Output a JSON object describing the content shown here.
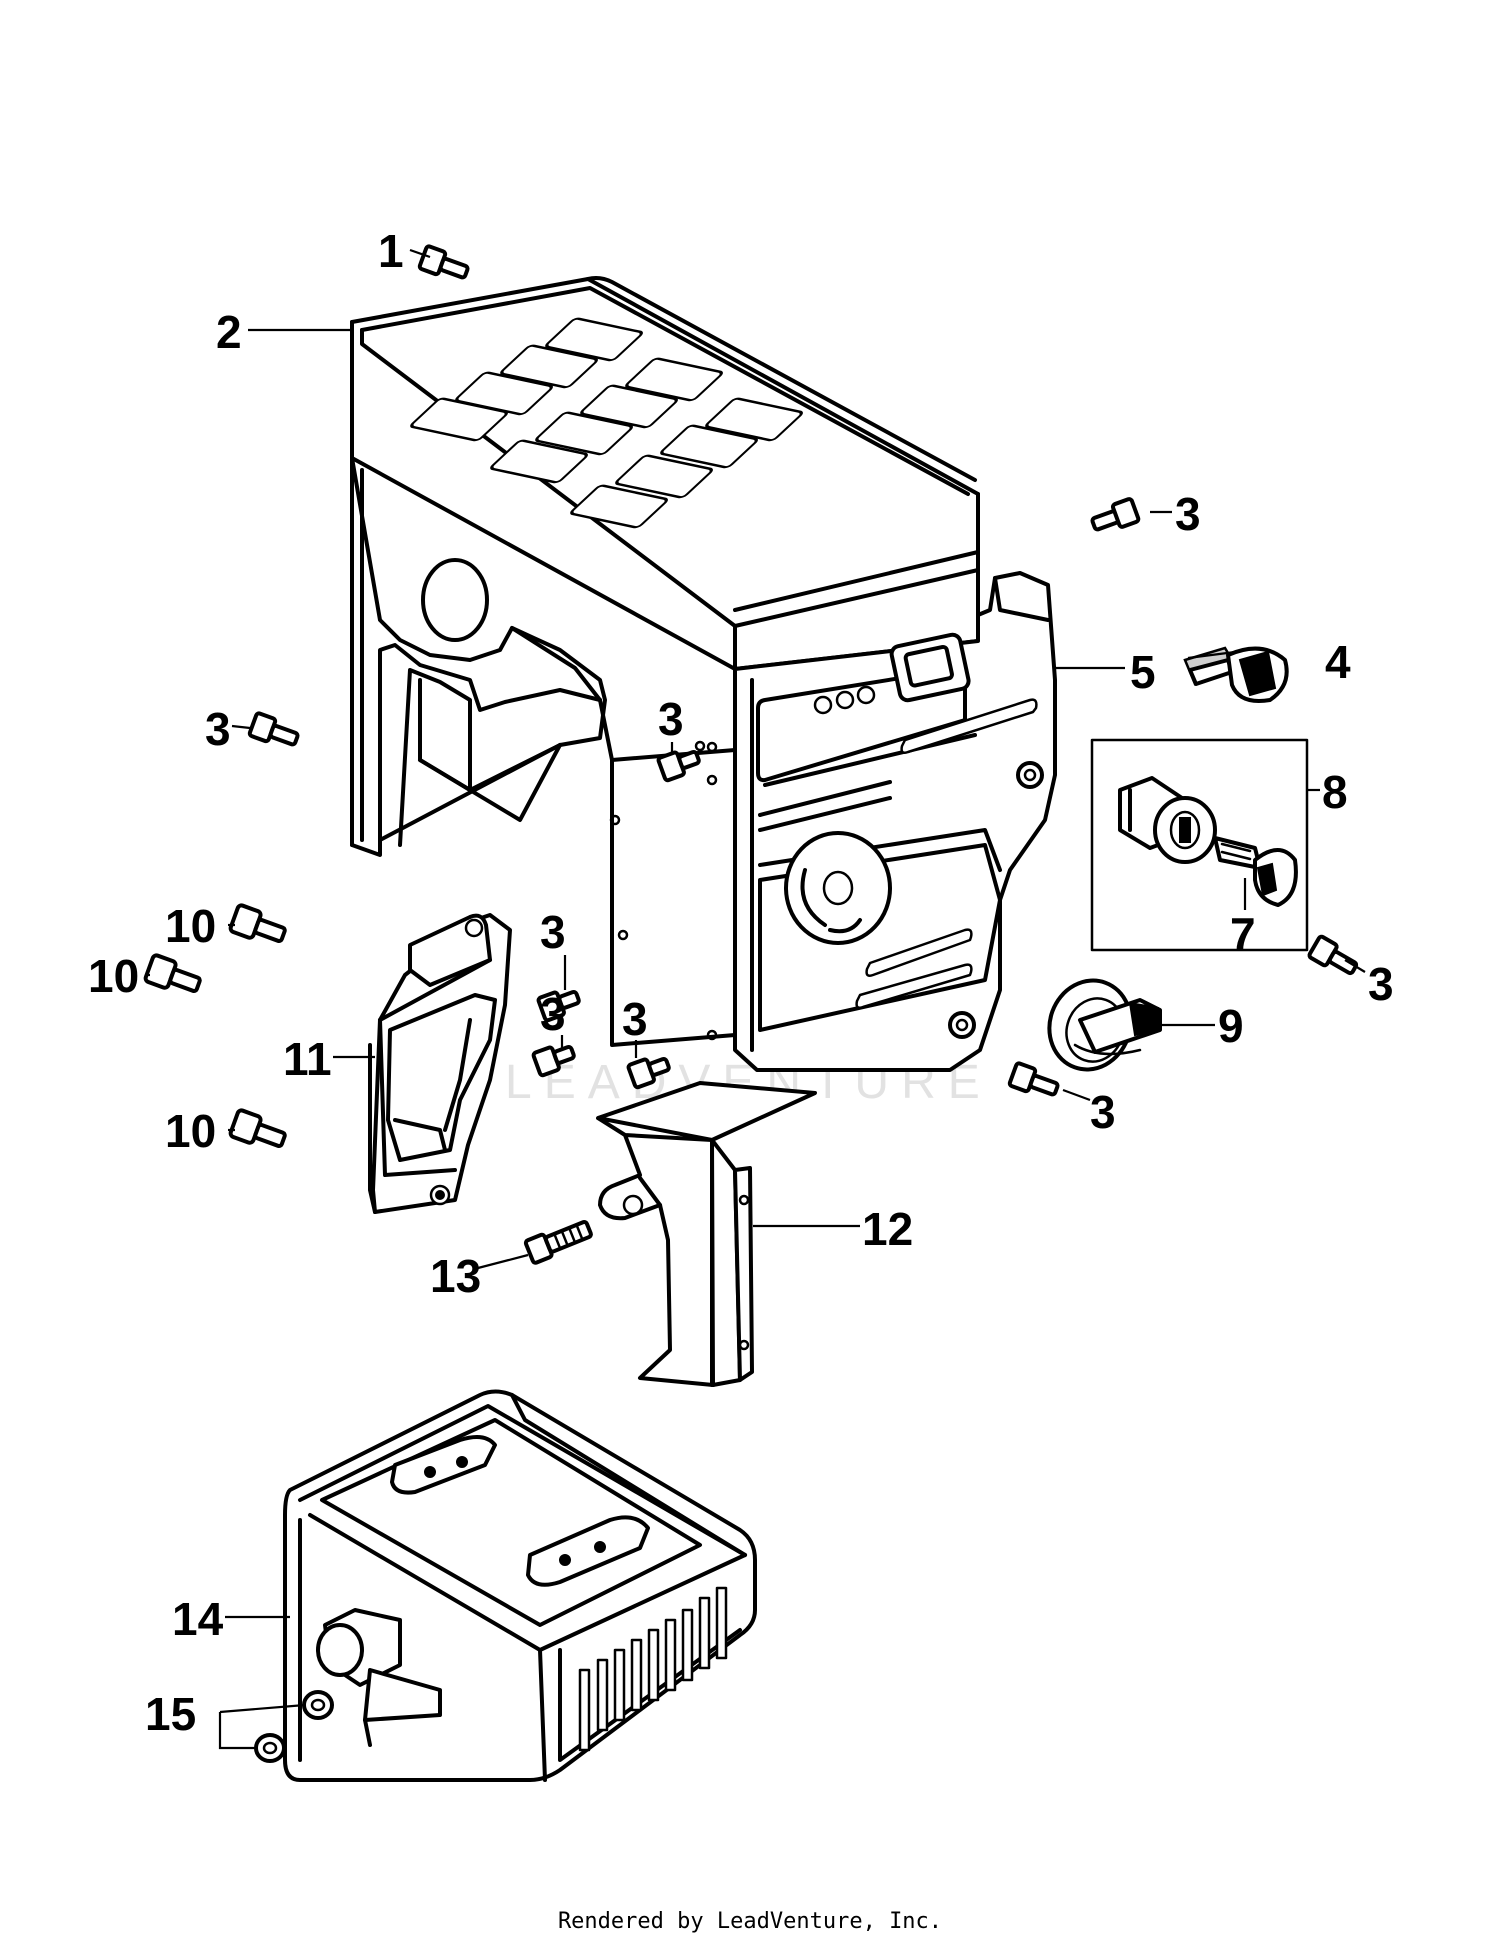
{
  "callouts": [
    {
      "id": "1",
      "label": "1"
    },
    {
      "id": "2",
      "label": "2"
    },
    {
      "id": "3a",
      "label": "3"
    },
    {
      "id": "3b",
      "label": "3"
    },
    {
      "id": "3c",
      "label": "3"
    },
    {
      "id": "3d",
      "label": "3"
    },
    {
      "id": "3e",
      "label": "3"
    },
    {
      "id": "3f",
      "label": "3"
    },
    {
      "id": "3g",
      "label": "3"
    },
    {
      "id": "3h",
      "label": "3"
    },
    {
      "id": "4",
      "label": "4"
    },
    {
      "id": "5",
      "label": "5"
    },
    {
      "id": "7",
      "label": "7"
    },
    {
      "id": "8",
      "label": "8"
    },
    {
      "id": "9",
      "label": "9"
    },
    {
      "id": "10a",
      "label": "10"
    },
    {
      "id": "10b",
      "label": "10"
    },
    {
      "id": "10c",
      "label": "10"
    },
    {
      "id": "11",
      "label": "11"
    },
    {
      "id": "12",
      "label": "12"
    },
    {
      "id": "13",
      "label": "13"
    },
    {
      "id": "14",
      "label": "14"
    },
    {
      "id": "15",
      "label": "15"
    }
  ],
  "watermark": "LEADVENTURE",
  "footer": "Rendered by LeadVenture, Inc."
}
